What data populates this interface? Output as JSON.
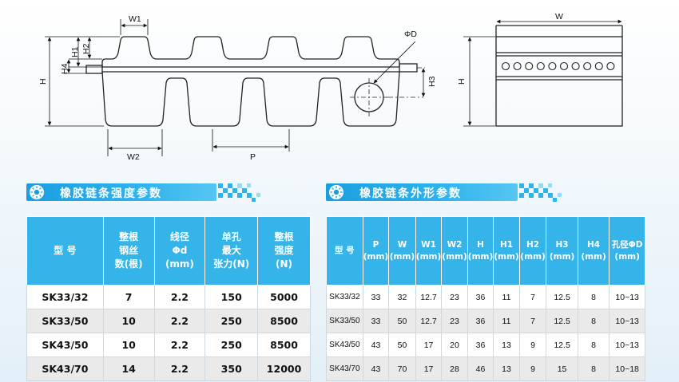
{
  "drawing": {
    "labels": {
      "w1": "W1",
      "w2": "W2",
      "p": "P",
      "h": "H",
      "h1": "H1",
      "h2": "H2",
      "h3": "H3",
      "h4": "H4",
      "phi_d": "ΦD",
      "w": "W",
      "h_side": "H"
    },
    "hole_count": 10
  },
  "left_panel": {
    "title": "橡胶链条强度参数",
    "columns": [
      "型 号",
      "整根\n钢丝\n数(根)",
      "线径\nΦd\n(mm)",
      "单孔\n最大\n张力(N)",
      "整根\n强度\n(N)"
    ],
    "rows": [
      [
        "SK33/32",
        "7",
        "2.2",
        "150",
        "5000"
      ],
      [
        "SK33/50",
        "10",
        "2.2",
        "250",
        "8500"
      ],
      [
        "SK43/50",
        "10",
        "2.2",
        "250",
        "8500"
      ],
      [
        "SK43/70",
        "14",
        "2.2",
        "350",
        "12000"
      ]
    ]
  },
  "right_panel": {
    "title": "橡胶链条外形参数",
    "columns": [
      "型 号",
      "P\n(mm)",
      "W\n(mm)",
      "W1\n(mm)",
      "W2\n(mm)",
      "H\n(mm)",
      "H1\n(mm)",
      "H2\n(mm)",
      "H3\n(mm)",
      "H4\n(mm)",
      "孔径ΦD\n(mm)"
    ],
    "rows": [
      [
        "SK33/32",
        "33",
        "32",
        "12.7",
        "23",
        "36",
        "11",
        "7",
        "12.5",
        "8",
        "10~13"
      ],
      [
        "SK33/50",
        "33",
        "50",
        "12.7",
        "23",
        "36",
        "11",
        "7",
        "12.5",
        "8",
        "10~13"
      ],
      [
        "SK43/50",
        "43",
        "50",
        "17",
        "20",
        "36",
        "13",
        "9",
        "12.5",
        "8",
        "10~13"
      ],
      [
        "SK43/70",
        "43",
        "70",
        "17",
        "28",
        "46",
        "13",
        "9",
        "15",
        "8",
        "10~18"
      ]
    ]
  },
  "colors": {
    "header_blue": "#35b4ea",
    "band_blue": "#1a9ee0",
    "row_alt": "#eaeaea"
  }
}
